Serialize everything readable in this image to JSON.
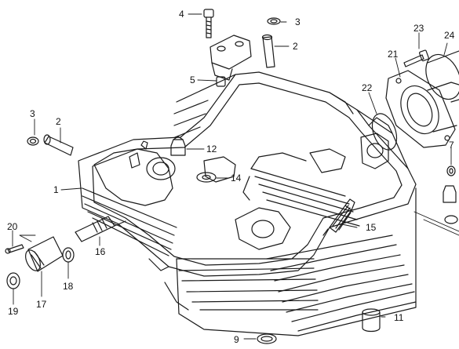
{
  "diagram": {
    "type": "exploded-parts-diagram",
    "ink_color": "#1a1a1a",
    "paper_color": "#ffffff",
    "callouts": [
      {
        "id": "c1",
        "text": "1"
      },
      {
        "id": "c2a",
        "text": "2"
      },
      {
        "id": "c2b",
        "text": "2"
      },
      {
        "id": "c3a",
        "text": "3"
      },
      {
        "id": "c3b",
        "text": "3"
      },
      {
        "id": "c4",
        "text": "4"
      },
      {
        "id": "c5",
        "text": "5"
      },
      {
        "id": "c7",
        "text": "7"
      },
      {
        "id": "c9",
        "text": "9"
      },
      {
        "id": "c11",
        "text": "11"
      },
      {
        "id": "c12",
        "text": "12"
      },
      {
        "id": "c14",
        "text": "14"
      },
      {
        "id": "c15",
        "text": "15"
      },
      {
        "id": "c16",
        "text": "16"
      },
      {
        "id": "c17",
        "text": "17"
      },
      {
        "id": "c18",
        "text": "18"
      },
      {
        "id": "c19",
        "text": "19"
      },
      {
        "id": "c20",
        "text": "20"
      },
      {
        "id": "c21",
        "text": "21"
      },
      {
        "id": "c22",
        "text": "22"
      },
      {
        "id": "c23",
        "text": "23"
      },
      {
        "id": "c24",
        "text": "24"
      }
    ]
  }
}
